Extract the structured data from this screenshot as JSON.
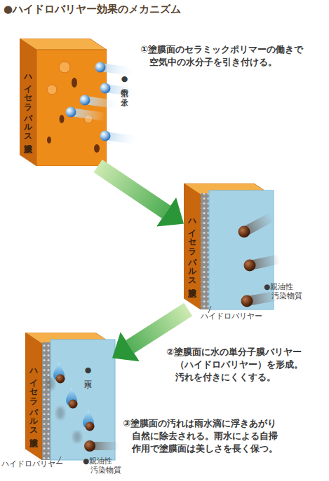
{
  "diagram": {
    "title": "●ハイドロバリヤー効果のメカニズム",
    "nodes": [
      {
        "text": [
          "ハイセラパルス塗膜"
        ]
      },
      {
        "text": [
          "ハイセラパルス塗膜"
        ]
      },
      {
        "text": [
          "ハイセラパルス塗膜"
        ]
      }
    ],
    "edges": [
      {
        "from": 0,
        "to": 1,
        "arrow": "to"
      },
      {
        "from": 1,
        "to": 2,
        "arrow": "to"
      }
    ],
    "labels": [
      "①塗膜面のセラミックポリマーの働きで 空気中の水分子を引き付ける。",
      "●空気中の水分子",
      "●親油性 汚染物質",
      "ハイドロバリヤー",
      "②塗膜面に水の単分子膜バリヤー （ハイドロバリヤー）を形成。 汚れを付きにくくする。",
      "●雨水",
      "③塗膜面の汚れは雨水滴に浮きあがり 自然に除去される。雨水による自掃 作用で塗膜面は美しさを長く保つ。",
      "ハイドロバリヤー",
      "●親油性 汚染物質"
    ]
  }
}
